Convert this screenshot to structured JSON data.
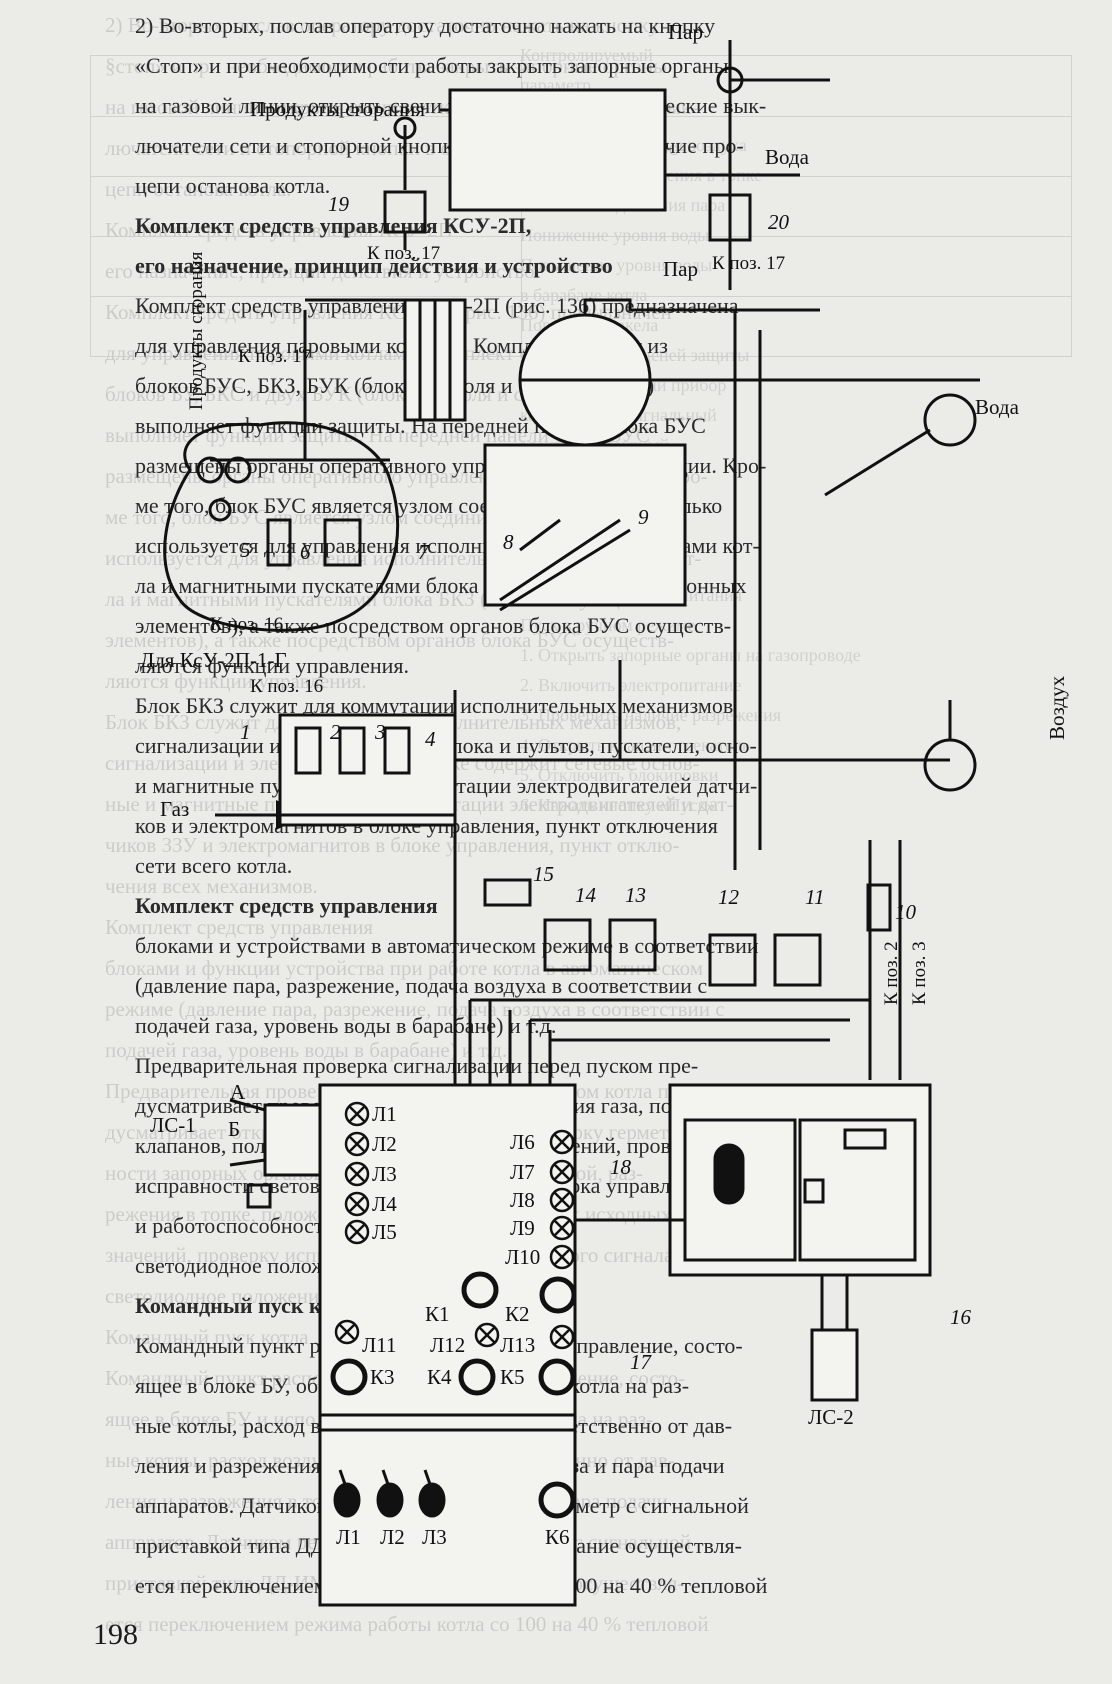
{
  "page_number": "198",
  "background_text": {
    "lines": [
      "2) Во-вторых, послав оператору достаточно нажать на кнопку",
      "§стоп» и при необходимости работы закрыть запорные органы",
      "на газовой линии, открыть свечи и отключить автоматически вык-",
      "лючатели сети и стопорной кнопки в оменное стоп-наличие про-",
      "цепи останова котла.",
      "Комплект средств управления КСУ-2П",
      "его назначение, принцип действия и устройство",
      "Комплект средств управления КСУ-2П (рис. 136) предназначен",
      "для управления паровыми котлами. Комплект состоит из",
      "блоков БУ, БКС и двух БУК (блок контроля и сигнализации)",
      "выполняет функции защиты. На передней панели блока БУС",
      "размещены органы оперативного управления и сигнализации. Кро-",
      "ме того, блок БУС является узлом соединительным, поскольку",
      "используется для управления исполнительными механизмами кот-",
      "ла и магнитными пускателями блока БКЗ (блок коммутационных",
      "элементов), а также посредством органов блока БУС осуществ-",
      "ляются функции управления.",
      "Блок БКЗ служит для коммутации исполнительных механизмов,",
      "сигнализации и электропитания, а также содержит сетевые основ-",
      "ные и магнитные пускатели для коммутации электродвигателей и дат-",
      "чиков ЗЗУ и электромагнитов в блоке управления, пункт отклю-",
      "чения всех механизмов.",
      "Комплект средств управления",
      "блоками и функции устройства при работе котла в автоматическом",
      "режиме (давление пара, разрежение, подача воздуха в соответствии с",
      "подачей газа, уровень воды в барабане) и т.д.",
      "Предварительная проверка сигнализации перед пуском котла пре-",
      "дусматривает открытие крана на газопроводе, проверку герметич-",
      "ности запорных органов, давления газа перед горелкой, раз-",
      "режения в топке, положения клапанов и заслонок, их исходных",
      "значений, проверку исправности светового и звукового сигнала.",
      "светодиодное положение органов управления",
      "Командный пуск котла",
      "Командный пункт расположен в котельной, и управление, состо-",
      "ящее в блоке БУ и исполнительных механизмов котла на раз-",
      "ные котлы, расход воздуха регулируется соответственно от дав-",
      "ления и разрежения в топке котла, давления газа и пара подачи",
      "аппаратов. Датчиком регулятора является манометр с сигнальной",
      "приставкой типа ДД-ИМ и другими, регулирование осуществля-",
      "ется переключением режима работы котла со 100 на 40 % тепловой"
    ],
    "right_column": [
      "Контролируемый",
      "параметр",
      "Давление газа",
      "Понижение давления воздуха",
      "Понижение разрежения в топке",
      "Повышение давления пара",
      "Понижение уровня воды",
      "Повышение уровня воды",
      "в барабане котла",
      "Погасание факела",
      "Неисправность цепей защиты",
      "Сигнализирующий прибор",
      "контрольный сигнальный",
      "электроконтактный",
      "манометр ЭКМ",
      "датчик-реле давления",
      "электроды уровня",
      "фотодатчик ФД-2",
      "Отключение электропитания",
      "Пуск в ручном режиме",
      "1. Открыть запорные органы на газопроводе",
      "2. Включить электропитание",
      "3. Проверить наличие разрежения",
      "4. Открыть клапан-отсекатель",
      "5. Отключить блокировки",
      "6. Нажать кнопку «Пуск»"
    ]
  },
  "foreground_text": {
    "lines": [
      "2) Во-вторых, послав оператору достаточно нажать на кнопку",
      "«Стоп» и при необходимости работы закрыть запорные органы",
      "на газовой линии, открыть свечи и отключить автоматические вык-",
      "лючатели сети и стопорной кнопки в оменное стоп-наличие про-",
      "цепи останова котла.",
      "Комплект средств управления КСУ-2П,",
      "его назначение, принцип действия и устройство",
      "Комплект средств управления КСУ-2П (рис. 136) предназначена",
      "для управления паровыми котлами. Комплект состоит из",
      "блоков БУС, БКЗ, БУК (блок контроля и сигнализации)",
      "выполняет функции защиты. На передней панели блока БУС",
      "размещены органы оперативного управления и сигнализации. Кро-",
      "ме того, блок БУС является узлом соединительным, посколько",
      "используется для управления исполнительными механизмами кот-",
      "ла и магнитными пускателями блока БКЗ (блок коммутационных",
      "элементов), а также посредством органов блока БУС осуществ-",
      "ляются функции управления.",
      "Блок БКЗ служит для коммутации исполнительных механизмов",
      "сигнализации и электропитания блока и пультов, пускатели, осно-",
      "и магнитные пускатели для коммутации электродвигателей датчи-",
      "ков и электромагнитов в блоке управления, пункт отключения",
      "сети всего котла.",
      "Комплект средств управления",
      "блоками и устройствами в автоматическом режиме в соответствии",
      "(давление пара, разрежение, подача воздуха в соответствии с",
      "подачей газа, уровень воды в барабане) и т.д.",
      "Предварительная проверка сигнализации перед пуском пре-",
      "дусматривает проверку герметичности, давления газа, положения",
      "клапанов, положения заслонок, исходных значений, проверку",
      "исправности светового и звукового сигнала блока управления",
      "и работоспособности аппаратуры блока.",
      "светодиодное положение и органы управления",
      "Командный пуск котла",
      "Командный пункт расположен в котельной, и управление, состо-",
      "ящее в блоке БУ, обеспечивает регулирование котла на раз-",
      "ные котлы, расход воздуха регулируется соответственно от дав-",
      "ления и разрежения в топке котла, давления газа и пара подачи",
      "аппаратов. Датчиком регулятора является манометр с сигнальной",
      "приставкой типа ДД-ИМ и другими, регулирование осуществля-",
      "ется переключением режима работы котла со 100 на 40 % тепловой"
    ]
  },
  "diagram": {
    "labels": {
      "par_top": "Пар",
      "produkty_sgoraniya_top": "Продукты сгорания",
      "voda_top": "Вода",
      "n19": "19",
      "n20": "20",
      "k_poz_17_a": "К поз. 17",
      "k_poz_17_b": "К поз. 17",
      "par_mid": "Пар",
      "produkty_sgoraniya_vert": "Продукты сгорания",
      "k_poz_17_c": "К поз. 17",
      "voda_mid": "Вода",
      "n5": "5",
      "n6": "6",
      "n7": "7",
      "n8": "8",
      "n9": "9",
      "k_poz_16_a": "К поз. 16",
      "dlya_ksu": "Для КсУ-2П-1-Г",
      "k_poz_16_b": "К поз. 16",
      "n1": "1",
      "n2": "2",
      "n3": "3",
      "n4": "4",
      "vozduh": "Воздух",
      "gaz": "Газ",
      "n10": "10",
      "n11": "11",
      "n12": "12",
      "n13": "13",
      "n14": "14",
      "n15": "15",
      "k_poz_2": "К поз. 2",
      "k_poz_3": "К поз. 3",
      "a": "А",
      "ls1": "ЛС-1",
      "b": "Б",
      "n18": "18",
      "n16": "16",
      "n17": "17",
      "ls2": "ЛС-2",
      "l1": "Л1",
      "l2": "Л2",
      "l3": "Л3",
      "l4": "Л4",
      "l5": "Л5",
      "l6": "Л6",
      "l7": "Л7",
      "l8": "Л8",
      "l9": "Л9",
      "l10": "Л10",
      "k1": "К1",
      "k2": "К2",
      "l11": "Л11",
      "l12": "Л12",
      "l13": "Л13",
      "k3": "К3",
      "k4": "К4",
      "k5": "К5",
      "sw_l1": "Л1",
      "sw_l2": "Л2",
      "sw_l3": "Л3",
      "k6": "К6"
    }
  }
}
